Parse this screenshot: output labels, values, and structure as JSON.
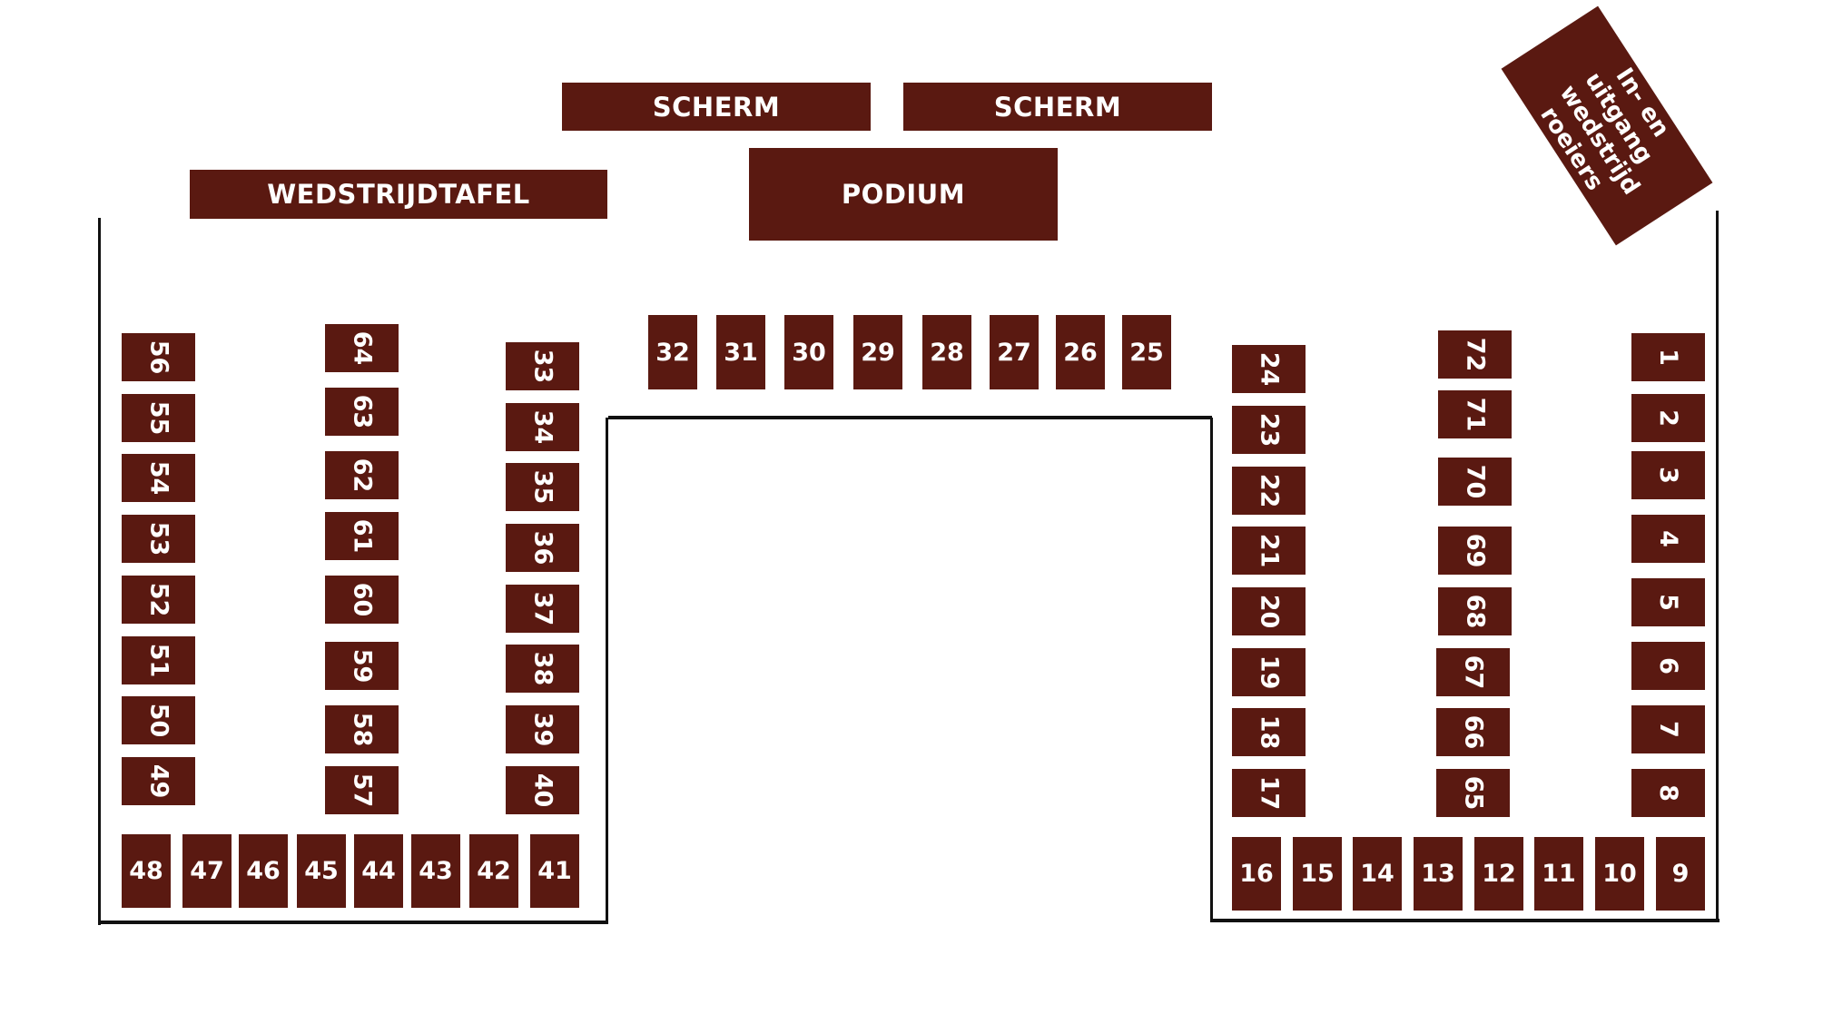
{
  "banners": {
    "screen_left": "SCHERM",
    "screen_right": "SCHERM",
    "stage": "PODIUM",
    "jury_table": "WEDSTRIJDTAFEL"
  },
  "entrance": {
    "label": "In- en uitgang wedstrijd roeiers"
  },
  "seats": {
    "s1": "1",
    "s2": "2",
    "s3": "3",
    "s4": "4",
    "s5": "5",
    "s6": "6",
    "s7": "7",
    "s8": "8",
    "s9": "9",
    "s10": "10",
    "s11": "11",
    "s12": "12",
    "s13": "13",
    "s14": "14",
    "s15": "15",
    "s16": "16",
    "s17": "17",
    "s18": "18",
    "s19": "19",
    "s20": "20",
    "s21": "21",
    "s22": "22",
    "s23": "23",
    "s24": "24",
    "s25": "25",
    "s26": "26",
    "s27": "27",
    "s28": "28",
    "s29": "29",
    "s30": "30",
    "s31": "31",
    "s32": "32",
    "s33": "33",
    "s34": "34",
    "s35": "35",
    "s36": "36",
    "s37": "37",
    "s38": "38",
    "s39": "39",
    "s40": "40",
    "s41": "41",
    "s42": "42",
    "s43": "43",
    "s44": "44",
    "s45": "45",
    "s46": "46",
    "s47": "47",
    "s48": "48",
    "s49": "49",
    "s50": "50",
    "s51": "51",
    "s52": "52",
    "s53": "53",
    "s54": "54",
    "s55": "55",
    "s56": "56",
    "s57": "57",
    "s58": "58",
    "s59": "59",
    "s60": "60",
    "s61": "61",
    "s62": "62",
    "s63": "63",
    "s64": "64",
    "s65": "65",
    "s66": "66",
    "s67": "67",
    "s68": "68",
    "s69": "69",
    "s70": "70",
    "s71": "71",
    "s72": "72"
  },
  "colors": {
    "block": "#5a1911",
    "wall": "#111111",
    "text": "#ffffff"
  }
}
